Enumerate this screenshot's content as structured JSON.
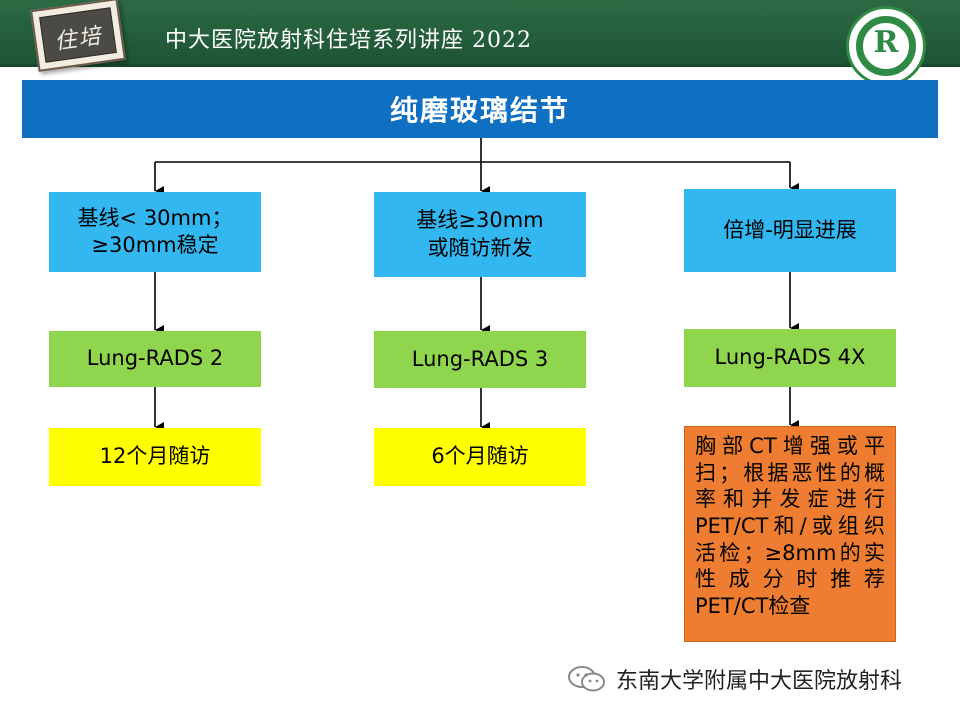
{
  "header": {
    "badge_text": "住培",
    "title": "中大医院放射科住培系列讲座 2022",
    "logo_mark": "R",
    "logo_icon": "hospital-logo"
  },
  "diagram": {
    "title": "纯磨玻璃结节",
    "branches": [
      {
        "condition": "基线< 30mm；\n≥30mm稳定",
        "category": "Lung-RADS 2",
        "action": "12个月随访"
      },
      {
        "condition": "基线≥30mm\n或随访新发",
        "category": "Lung-RADS 3",
        "action": "6个月随访"
      },
      {
        "condition": "倍增-明显进展",
        "category": "Lung-RADS 4X",
        "action": "胸部CT增强或平扫；根据恶性的概率和并发症进行PET/CT和/或组织活检；≥8mm的实性成分时推荐PET/CT检查",
        "action_lines": [
          "胸部CT增强或平",
          "扫；根据恶性的概",
          "率和并发症进行",
          "PET/CT和/或组织",
          "活检；≥8mm的实",
          "性成分时推荐",
          "PET/CT检查"
        ]
      }
    ]
  },
  "footer": {
    "text": "东南大学附属中大医院放射科",
    "icon": "wechat-icon"
  },
  "colors": {
    "header_green": "#2c6a44",
    "title_blue": "#0f70c1",
    "condition_blue": "#33b7f0",
    "category_green": "#90d54e",
    "action_yellow": "#ffff00",
    "action_orange": "#ee7d31"
  }
}
